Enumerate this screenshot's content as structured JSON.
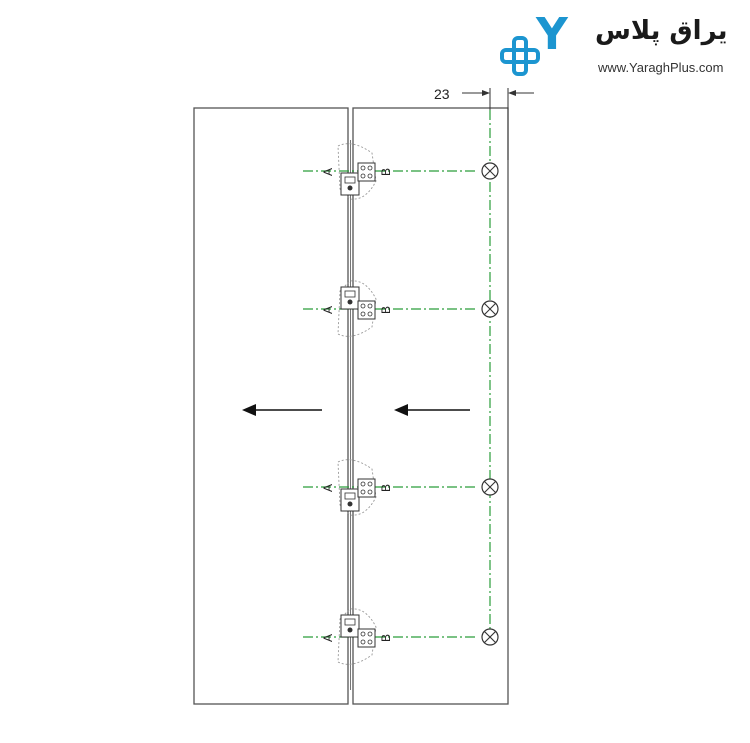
{
  "logo": {
    "text": "یراق پلاس",
    "url": "www.YaraghPlus.com",
    "brand_color": "#1c95d0"
  },
  "diagram": {
    "dimension_label": "23",
    "hinge_labels": [
      {
        "a": "A",
        "b": "B"
      },
      {
        "a": "A",
        "b": "B"
      },
      {
        "a": "A",
        "b": "B"
      },
      {
        "a": "A",
        "b": "B"
      }
    ],
    "line_color": "#2a9d3a",
    "outline_color": "#555555"
  }
}
